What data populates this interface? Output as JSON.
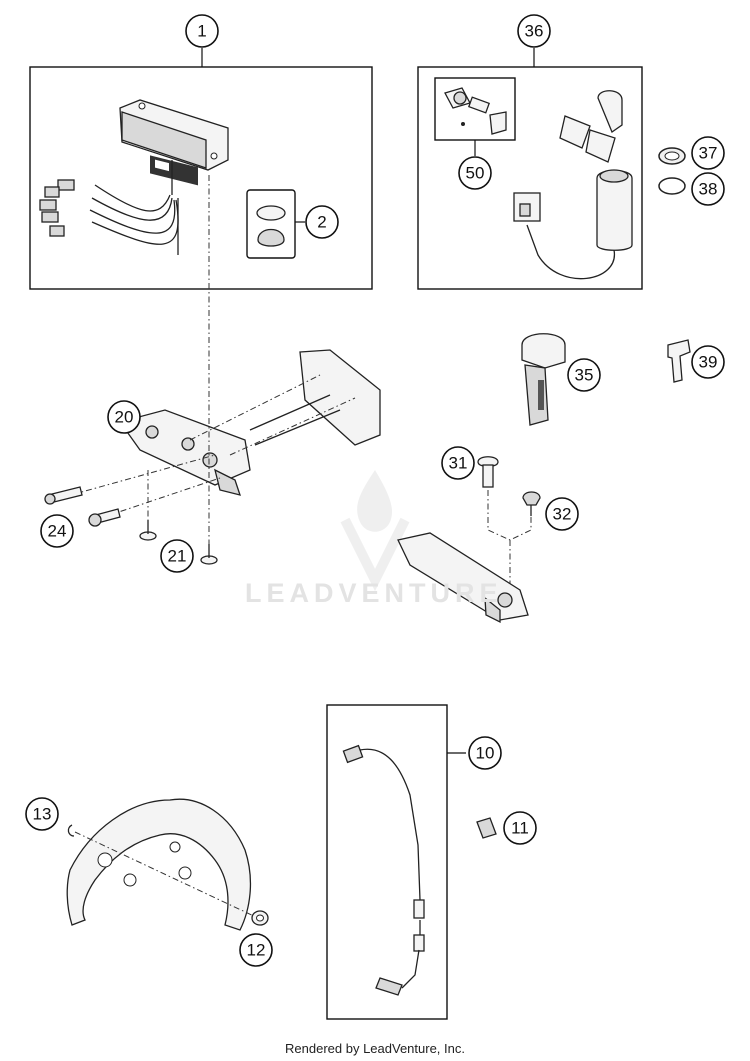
{
  "callouts": {
    "c1": "1",
    "c2": "2",
    "c10": "10",
    "c11": "11",
    "c12": "12",
    "c13": "13",
    "c20": "20",
    "c21": "21",
    "c24": "24",
    "c31": "31",
    "c32": "32",
    "c35": "35",
    "c36": "36",
    "c37": "37",
    "c38": "38",
    "c39": "39",
    "c50": "50"
  },
  "watermark": "LEADVENTURE",
  "footer": "Rendered by LeadVenture, Inc."
}
